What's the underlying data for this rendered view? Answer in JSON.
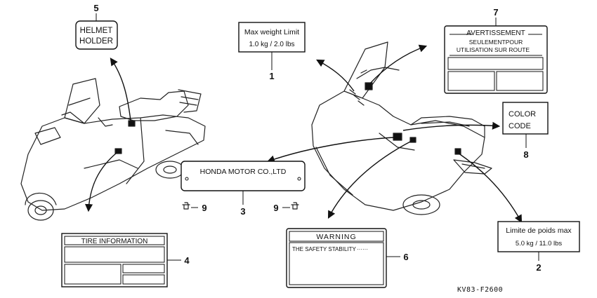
{
  "labels": {
    "l1": {
      "number": "1",
      "line1": "Max weight Limit",
      "line2": "1.0 kg  / 2.0 lbs"
    },
    "l2": {
      "number": "2",
      "line1": "Limite de poids max",
      "line2": "5.0 kg    / 11.0 lbs"
    },
    "l3": {
      "number": "3",
      "text": "HONDA MOTOR CO.,LTD"
    },
    "l4": {
      "number": "4",
      "header": "TIRE  INFORMATION"
    },
    "l5": {
      "number": "5",
      "line1": "HELMET",
      "line2": "HOLDER"
    },
    "l6": {
      "number": "6",
      "header": "WARNING",
      "text": "THE SAFETY STABILITY"
    },
    "l7": {
      "number": "7",
      "header": "AVERTISSEMENT",
      "line1": "SEULEMENTPOUR",
      "line2": "UTILISATION SUR ROUTE"
    },
    "l8": {
      "number": "8",
      "line1": "COLOR",
      "line2": "CODE"
    },
    "l9": {
      "number": "9",
      "number_b": "9"
    }
  },
  "diagram_code": "KV83-F2600"
}
